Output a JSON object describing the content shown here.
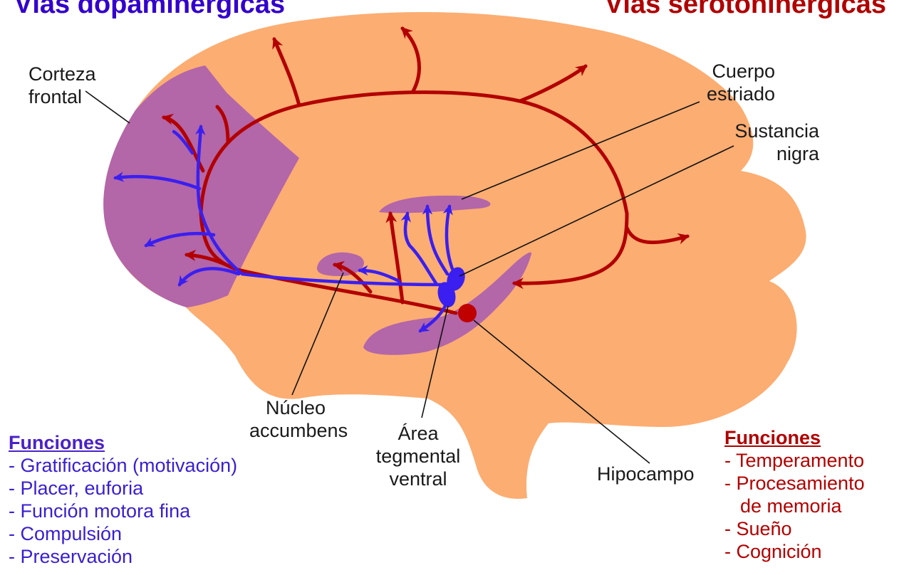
{
  "titles": {
    "left": "Vías dopaminérgicas",
    "right": "Vías serotoninérgicas"
  },
  "labels": {
    "frontal_cortex": [
      "Corteza",
      "frontal"
    ],
    "striatum": [
      "Cuerpo",
      "estriado"
    ],
    "substantia_nigra": [
      "Sustancia",
      "nigra"
    ],
    "nucleus_accumbens": [
      "Núcleo",
      "accumbens"
    ],
    "vta": [
      "Área",
      "tegmental",
      "ventral"
    ],
    "hippocampus": "Hipocampo"
  },
  "functions_dopamine": {
    "heading": "Funciones",
    "items": [
      "- Gratificación (motivación)",
      "- Placer, euforia",
      "- Función motora fina",
      "- Compulsión",
      "- Preservación"
    ]
  },
  "functions_serotonin": {
    "heading": "Funciones",
    "items": [
      "- Temperamento",
      "- Procesamiento",
      "de memoria",
      "- Sueño",
      "- Cognición"
    ]
  },
  "colors": {
    "brain": "#fcad72",
    "region": "#b366a8",
    "dopamine": "#3a1ff0",
    "serotonin": "#b20000"
  }
}
